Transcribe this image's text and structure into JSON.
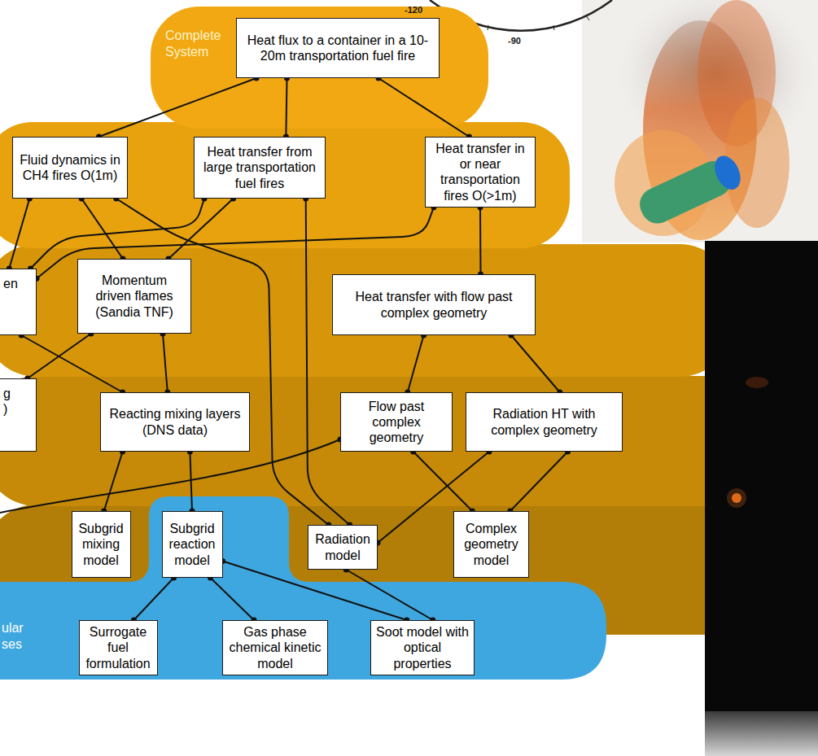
{
  "diagram": {
    "nodes": [
      {
        "text": [
          "Complete System"
        ]
      },
      {
        "text": [
          "Heat flux to a container in a 10-20m transportation fuel fire"
        ],
        "in": 0
      },
      {
        "text": [
          "Fluid dynamics in CH4 fires O(1m)"
        ]
      },
      {
        "text": [
          "Heat transfer from large transportation fuel fires"
        ]
      },
      {
        "text": [
          "Heat transfer in or near transportation fires O(>1m)"
        ]
      },
      {
        "text": [
          "en"
        ]
      },
      {
        "text": [
          "Momentum driven flames (Sandia TNF)"
        ]
      },
      {
        "text": [
          "Heat transfer with flow past complex geometry"
        ]
      },
      {
        "text": [
          "g )"
        ]
      },
      {
        "text": [
          "Reacting mixing layers (DNS data)"
        ]
      },
      {
        "text": [
          "Flow past complex geometry"
        ]
      },
      {
        "text": [
          "Radiation HT with complex geometry"
        ]
      },
      {
        "text": [
          "Subgrid mixing model"
        ]
      },
      {
        "text": [
          "ular ses"
        ]
      },
      {
        "text": [
          "Subgrid reaction model"
        ],
        "in": 13
      },
      {
        "text": [
          "Radiation model"
        ]
      },
      {
        "text": [
          "Complex geometry model"
        ]
      },
      {
        "text": [
          "Surrogate fuel formulation"
        ],
        "in": 13
      },
      {
        "text": [
          "Gas phase chemical kinetic model"
        ],
        "in": 13
      },
      {
        "text": [
          "Soot model with optical properties"
        ],
        "in": 13
      }
    ],
    "edges": [
      {
        "from": 1,
        "to": 2,
        "arrow": "none"
      },
      {
        "from": 1,
        "to": 3,
        "arrow": "none"
      },
      {
        "from": 1,
        "to": 4,
        "arrow": "none"
      },
      {
        "from": 2,
        "to": 5,
        "arrow": "none"
      },
      {
        "from": 2,
        "to": 6,
        "arrow": "none"
      },
      {
        "from": 2,
        "to": 15,
        "arrow": "none"
      },
      {
        "from": 3,
        "to": 5,
        "arrow": "none"
      },
      {
        "from": 3,
        "to": 6,
        "arrow": "none"
      },
      {
        "from": 3,
        "to": 15,
        "arrow": "none"
      },
      {
        "from": 4,
        "to": 5,
        "arrow": "none"
      },
      {
        "from": 4,
        "to": 7,
        "arrow": "none"
      },
      {
        "from": 5,
        "to": 9,
        "arrow": "none"
      },
      {
        "from": 6,
        "to": 8,
        "arrow": "none"
      },
      {
        "from": 6,
        "to": 9,
        "arrow": "none"
      },
      {
        "from": 7,
        "to": 10,
        "arrow": "none"
      },
      {
        "from": 7,
        "to": 11,
        "arrow": "none"
      },
      {
        "from": 9,
        "to": 12,
        "arrow": "none"
      },
      {
        "from": 9,
        "to": 14,
        "arrow": "none"
      },
      {
        "from": 10,
        "to": 16,
        "arrow": "none"
      },
      {
        "from": 11,
        "to": 15,
        "arrow": "none"
      },
      {
        "from": 11,
        "to": 16,
        "arrow": "none"
      },
      {
        "from": 14,
        "to": 17,
        "arrow": "none"
      },
      {
        "from": 14,
        "to": 18,
        "arrow": "none"
      },
      {
        "from": 14,
        "to": 19,
        "arrow": "none"
      },
      {
        "from": 15,
        "to": 19,
        "arrow": "none"
      }
    ],
    "labels": [
      "-120",
      "-90"
    ]
  }
}
